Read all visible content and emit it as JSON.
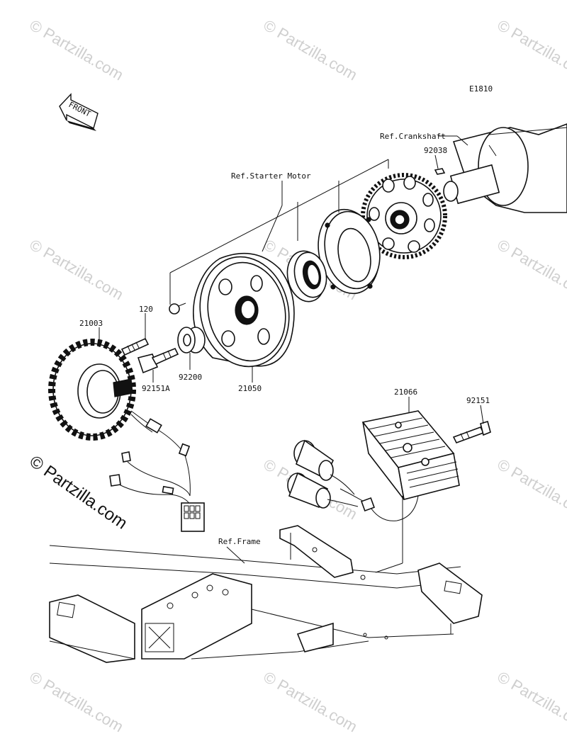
{
  "diagram_code": "E1810",
  "front_marker": "FRONT",
  "watermark": "© Partzilla.com",
  "labels": {
    "ref_crankshaft": "Ref.Crankshaft",
    "ref_starter_motor": "Ref.Starter Motor",
    "ref_frame": "Ref.Frame",
    "p92038": "92038",
    "p120": "120",
    "p21003": "21003",
    "p92200": "92200",
    "p92151A": "92151A",
    "p21050": "21050",
    "p21066": "21066",
    "p92151": "92151"
  }
}
